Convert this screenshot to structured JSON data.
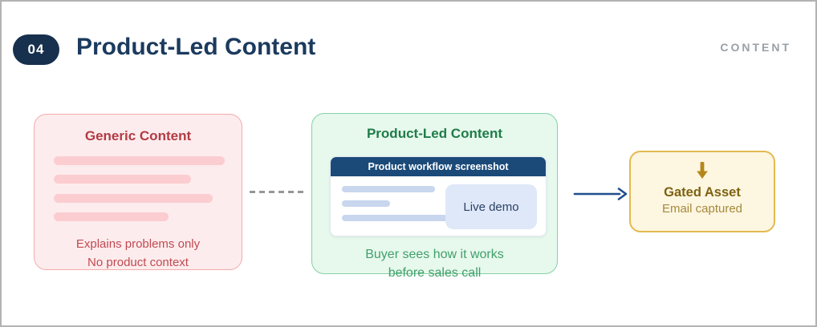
{
  "header": {
    "badge": "04",
    "title": "Product-Led Content",
    "kicker": "CONTENT"
  },
  "diagram": {
    "generic_box": {
      "title": "Generic Content",
      "skeleton_line_count": 4,
      "captions": [
        "Explains problems only",
        "No product context"
      ]
    },
    "product_led_box": {
      "title": "Product-Led Content",
      "mock_card": {
        "header": "Product workflow screenshot",
        "skeleton_line_count": 3,
        "button_label": "Live demo"
      },
      "captions": [
        "Buyer sees how it works",
        "before sales call"
      ]
    },
    "gated_box": {
      "title": "Gated Asset",
      "subtitle": "Email captured"
    },
    "connectors": [
      {
        "from": "generic_box",
        "to": "product_led_box",
        "style": "dashed-line"
      },
      {
        "from": "product_led_box",
        "to": "gated_box",
        "style": "solid-arrow"
      }
    ]
  },
  "icons": {
    "down_arrow": "down-arrow"
  },
  "colors": {
    "badge_navy": "#16304d",
    "title_navy": "#1b3a5e",
    "kicker_gray": "#9aa0a6",
    "pink_bg": "#fdeced",
    "pink_border": "#f4abab",
    "pink_title": "#b23a43",
    "pink_caption": "#c04a52",
    "green_bg": "#e7f8ed",
    "green_border": "#85d2a3",
    "green_title": "#1e7c48",
    "green_caption": "#41a06a",
    "card_header_navy": "#1b4a79",
    "card_skeleton_blue": "#c8d6ee",
    "button_bg": "#dfe8f8",
    "button_text": "#2b4264",
    "gold_bg": "#fdf6e1",
    "gold_border": "#e3ba50",
    "gold_icon": "#b5871a",
    "gold_title": "#7e6212",
    "gold_subtitle": "#a5893c",
    "arrow_navy": "#1e4f8c",
    "dash_gray": "#979797"
  }
}
